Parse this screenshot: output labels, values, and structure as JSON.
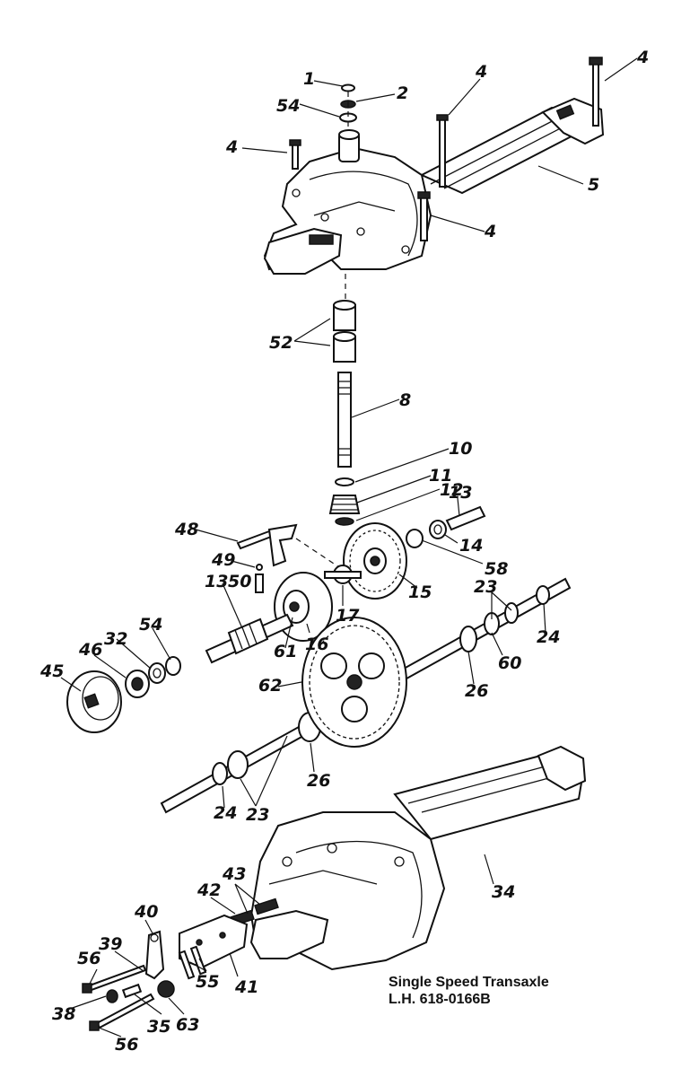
{
  "caption": {
    "title": "Single Speed Transaxle",
    "part_no": "L.H. 618-0166B"
  },
  "callouts": {
    "c1": "1",
    "c2": "2",
    "c54a": "54",
    "c4a": "4",
    "c4b": "4",
    "c4c": "4",
    "c4d": "4",
    "c5": "5",
    "c52": "52",
    "c8": "8",
    "c10": "10",
    "c11": "11",
    "c12": "12",
    "c13a": "13",
    "c14": "14",
    "c48": "48",
    "c49": "49",
    "c50": "50",
    "c58": "58",
    "c15": "15",
    "c13b": "13",
    "c23a": "23",
    "c17": "17",
    "c54b": "54",
    "c32": "32",
    "c61": "61",
    "c16": "16",
    "c24a": "24",
    "c46": "46",
    "c60": "60",
    "c45": "45",
    "c62": "62",
    "c26a": "26",
    "c26b": "26",
    "c24b": "24",
    "c23b": "23",
    "c34": "34",
    "c40": "40",
    "c42": "42",
    "c43": "43",
    "c39": "39",
    "c56a": "56",
    "c55": "55",
    "c41": "41",
    "c38": "38",
    "c35": "35",
    "c63": "63",
    "c56b": "56"
  }
}
